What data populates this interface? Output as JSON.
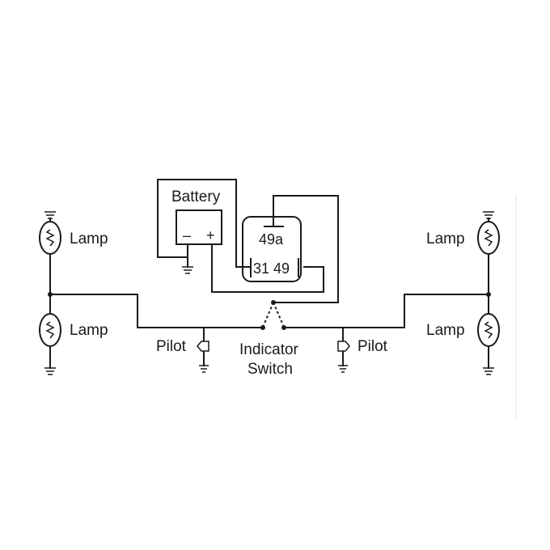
{
  "labels": {
    "battery": "Battery",
    "battery_minus": "–",
    "battery_plus": "+",
    "relay_top": "49a",
    "relay_bottom": "31 49",
    "lamp_tl": "Lamp",
    "lamp_bl": "Lamp",
    "lamp_tr": "Lamp",
    "lamp_br": "Lamp",
    "pilot_left": "Pilot",
    "pilot_right": "Pilot",
    "switch_line1": "Indicator",
    "switch_line2": "Switch"
  }
}
